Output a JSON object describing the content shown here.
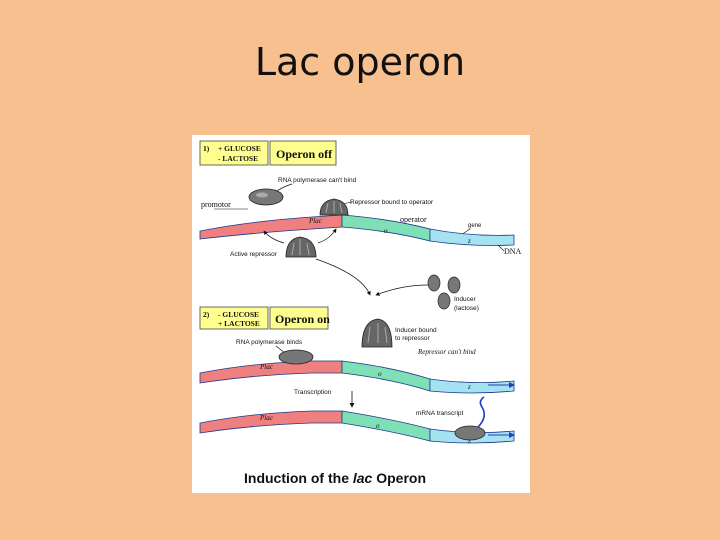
{
  "slide": {
    "title": "Lac operon"
  },
  "diagram": {
    "state1": {
      "number": "1)",
      "condition_line1": "+ GLUCOSE",
      "condition_line2": "- LACTOSE",
      "status": "Operon off",
      "rna_polymerase_note": "RNA polymerase can't bind",
      "promoter_label": "promotor",
      "repressor_bound_note": "Repressor bound to operator",
      "operator_label": "operator",
      "gene_label": "gene",
      "active_repressor_label": "Active repressor",
      "dna_label": "DNA",
      "plac_label": "Plac",
      "o_label": "o",
      "z_label": "z"
    },
    "inducer": {
      "label_line1": "Inducer",
      "label_line2": "(lactose)",
      "bound_line1": "Inducer bound",
      "bound_line2": "to repressor",
      "cant_bind": "Repressor can't bind"
    },
    "state2": {
      "number": "2)",
      "condition_line1": "- GLUCOSE",
      "condition_line2": "+ LACTOSE",
      "status": "Operon on",
      "rna_polymerase_note": "RNA polymerase binds",
      "transcription_label": "Transcription",
      "mrna_label": "mRNA transcript",
      "plac_label": "Plac",
      "o_label": "o",
      "z_label": "z"
    },
    "caption_pre": "Induction of the ",
    "caption_italic": "lac",
    "caption_post": " Operon",
    "colors": {
      "promoter": "#f08080",
      "operator": "#7fe0b8",
      "gene": "#a6e3f2",
      "dna_outline": "#1a3a8a",
      "mrna": "#1f3fbf"
    }
  }
}
